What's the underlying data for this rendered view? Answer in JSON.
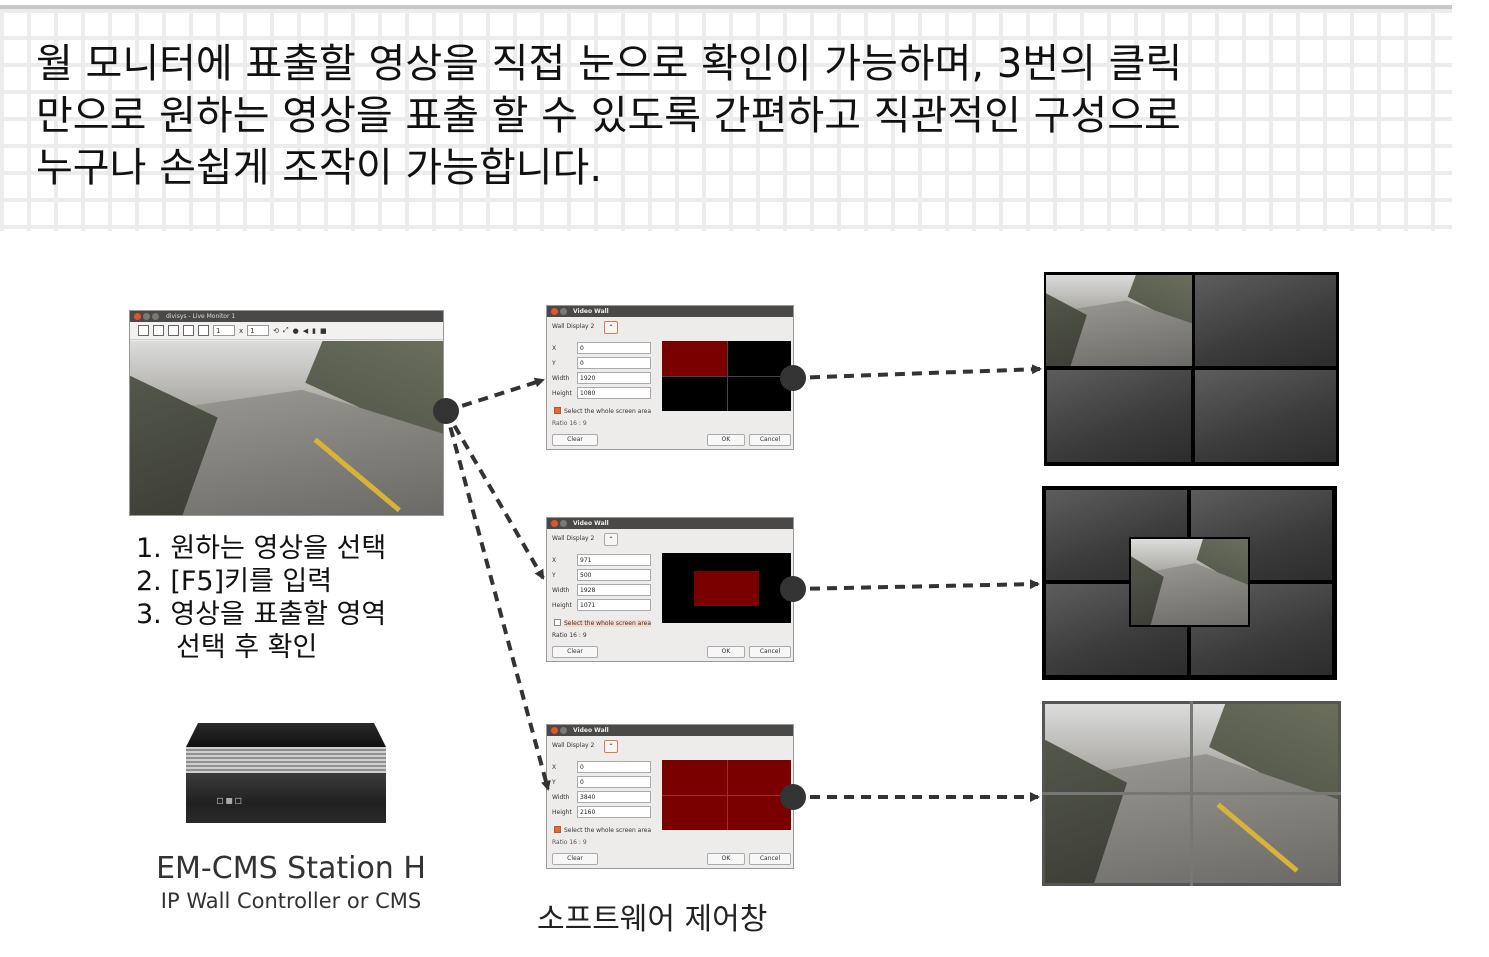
{
  "intro": {
    "line1": "월 모니터에 표출할 영상을 직접 눈으로 확인이 가능하며, 3번의 클릭",
    "line2": "만으로 원하는 영상을 표출 할 수 있도록 간편하고 직관적인 구성으로",
    "line3": "누구나 손쉽게 조작이 가능합니다."
  },
  "live_monitor": {
    "title": "divisys - Live Monitor 1",
    "field_a": "1",
    "separator": "x",
    "field_b": "1"
  },
  "dialogs": [
    {
      "title": "Video Wall",
      "display": "Wall Display 2",
      "x": "0",
      "y": "0",
      "width": "1920",
      "height": "1080",
      "whole_area": true,
      "ratio_a": "16",
      "ratio_b": "9"
    },
    {
      "title": "Video Wall",
      "display": "Wall Display 2",
      "x": "971",
      "y": "500",
      "width": "1928",
      "height": "1071",
      "whole_area": false,
      "ratio_a": "16",
      "ratio_b": "9"
    },
    {
      "title": "Video Wall",
      "display": "Wall Display 2",
      "x": "0",
      "y": "0",
      "width": "3840",
      "height": "2160",
      "whole_area": true,
      "ratio_a": "16",
      "ratio_b": "9"
    }
  ],
  "dialog_labels": {
    "x": "X",
    "y": "Y",
    "width": "Width",
    "height": "Height",
    "select_whole": "Select the whole screen area",
    "ratio": "Ratio",
    "ratio_sep": ":",
    "clear": "Clear",
    "ok": "OK",
    "cancel": "Cancel"
  },
  "steps": {
    "s1": "1. 원하는 영상을 선택",
    "s2": "2. [F5]키를 입력",
    "s3": "3. 영상을 표출할 영역",
    "s3b": "선택 후 확인"
  },
  "device": {
    "name": "EM-CMS Station H",
    "subtitle": "IP Wall Controller or CMS",
    "icon": "server-chassis-icon"
  },
  "software_label": "소프트웨어 제어창",
  "colors": {
    "selection_red": "#7a0000",
    "arrow": "#333333"
  }
}
